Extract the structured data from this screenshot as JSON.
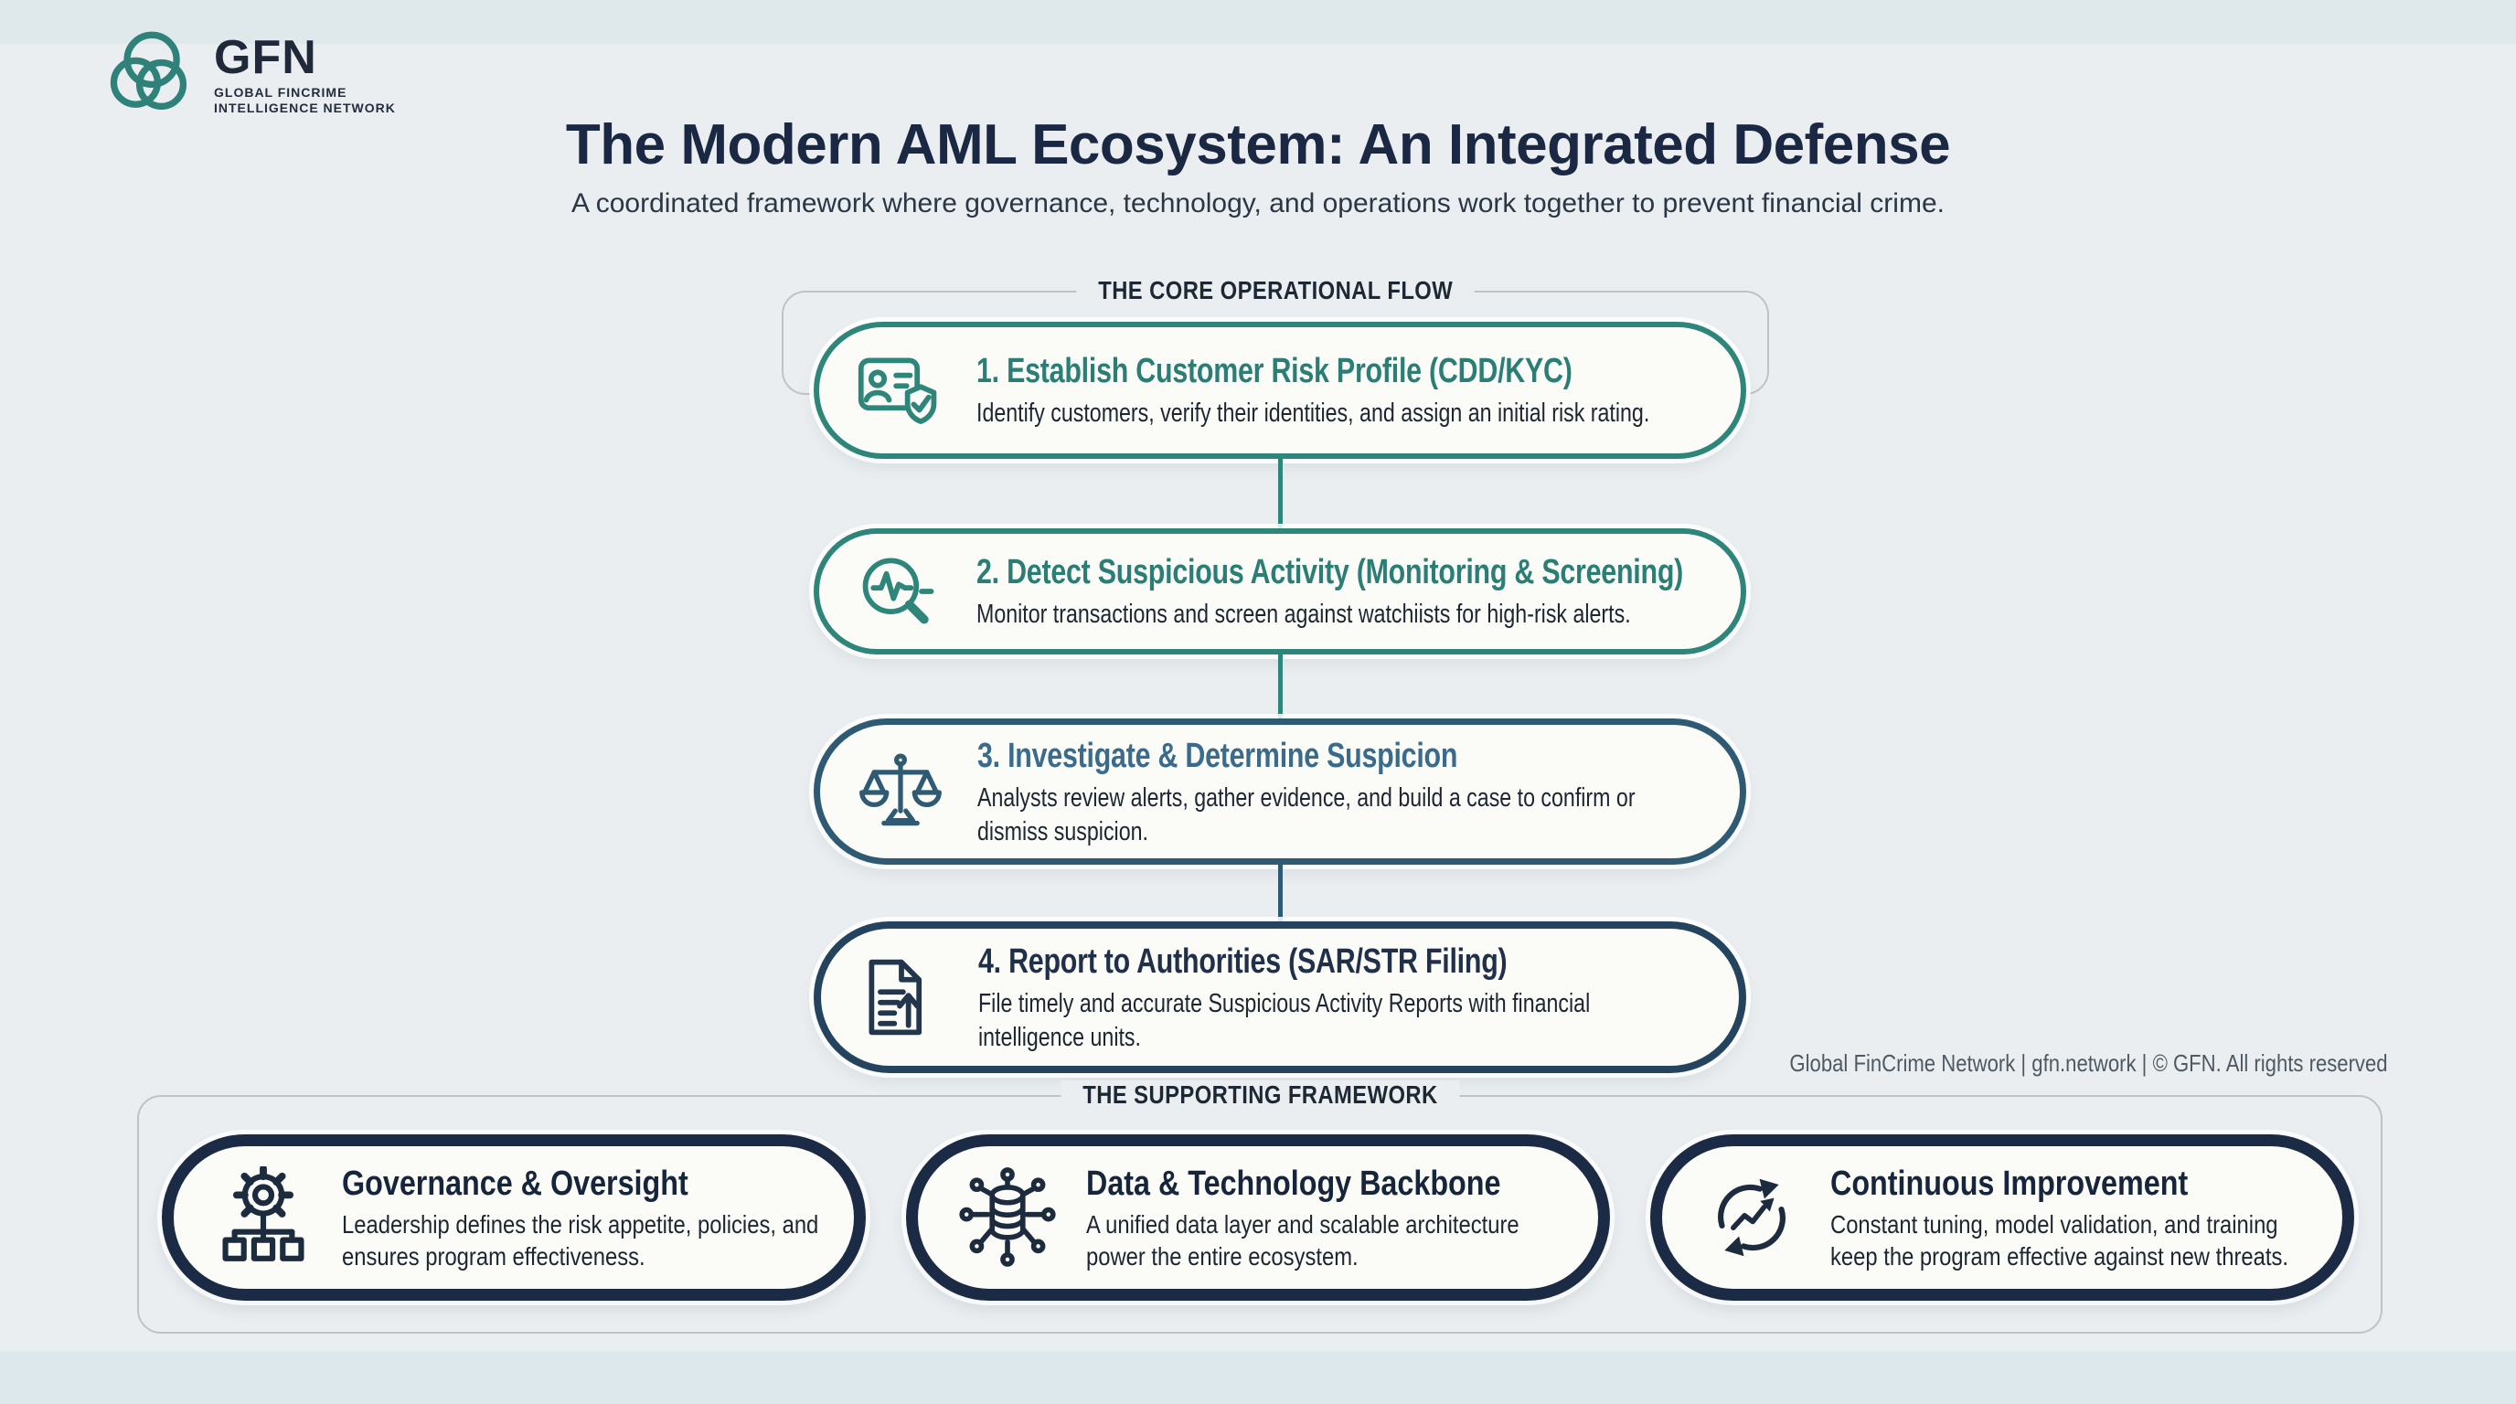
{
  "logo": {
    "acronym": "GFN",
    "name_line1": "GLOBAL FINCRIME",
    "name_line2": "INTELLIGENCE NETWORK"
  },
  "header": {
    "title": "The Modern AML Ecosystem: An Integrated Defense",
    "subtitle": "A coordinated framework where governance, technology, and operations work together to prevent financial crime."
  },
  "core_flow": {
    "section_label": "THE CORE OPERATIONAL FLOW",
    "connector_colors": [
      "#2E8579",
      "#2E8579",
      "#2F5A74"
    ],
    "steps": [
      {
        "title": "1. Establish Customer Risk Profile (CDD/KYC)",
        "description": "Identify customers, verify their identities, and assign an initial risk rating.",
        "icon": "id-card-shield-icon",
        "accent_color": "#2E8579",
        "title_color": "#2A7E76",
        "icon_color": "#2E8579"
      },
      {
        "title": "2. Detect Suspicious Activity (Monitoring & Screening)",
        "description": "Monitor transactions and screen against watchiists for high-risk alerts.",
        "icon": "magnifier-pulse-icon",
        "accent_color": "#2E8579",
        "title_color": "#2A7E76",
        "icon_color": "#2E8579"
      },
      {
        "title": "3. Investigate & Determine Suspicion",
        "description": "Analysts review alerts, gather evidence, and build a case to confirm or dismiss suspicion.",
        "icon": "scales-icon",
        "accent_color": "#2F5A74",
        "title_color": "#3A6B8C",
        "icon_color": "#2F5A74"
      },
      {
        "title": "4. Report to Authorities (SAR/STR Filing)",
        "description": "File timely and accurate Suspicious Activity Reports with financial intelligence units.",
        "icon": "document-upload-icon",
        "accent_color": "#24435E",
        "title_color": "#20304A",
        "icon_color": "#22364E"
      }
    ]
  },
  "supporting": {
    "section_label": "THE SUPPORTING FRAMEWORK",
    "card_border_color": "#1C2B45",
    "pillars": [
      {
        "title": "Governance & Oversight",
        "description": "Leadership defines the risk appetite, policies, and ensures program effectiveness.",
        "icon": "gear-orgchart-icon"
      },
      {
        "title": "Data & Technology Backbone",
        "description": "A unified data layer and scalable architecture power the entire ecosystem.",
        "icon": "database-network-icon"
      },
      {
        "title": "Continuous Improvement",
        "description": "Constant tuning, model validation, and training keep the program effective against new threats.",
        "icon": "cycle-trend-icon"
      }
    ]
  },
  "footer": {
    "text": "Global FinCrime Network | gfn.network | © GFN. All rights reserved"
  },
  "colors": {
    "background": "#EAEEF0",
    "edge_band": "#DDE8EC",
    "teal": "#2E8579",
    "steel_blue": "#2F5A74",
    "dark_navy": "#1C2B45",
    "title_navy": "#1B2844",
    "card_background": "#FBFCF7",
    "fieldset_border": "#BCC3C9",
    "footer_text": "#4E5963"
  }
}
